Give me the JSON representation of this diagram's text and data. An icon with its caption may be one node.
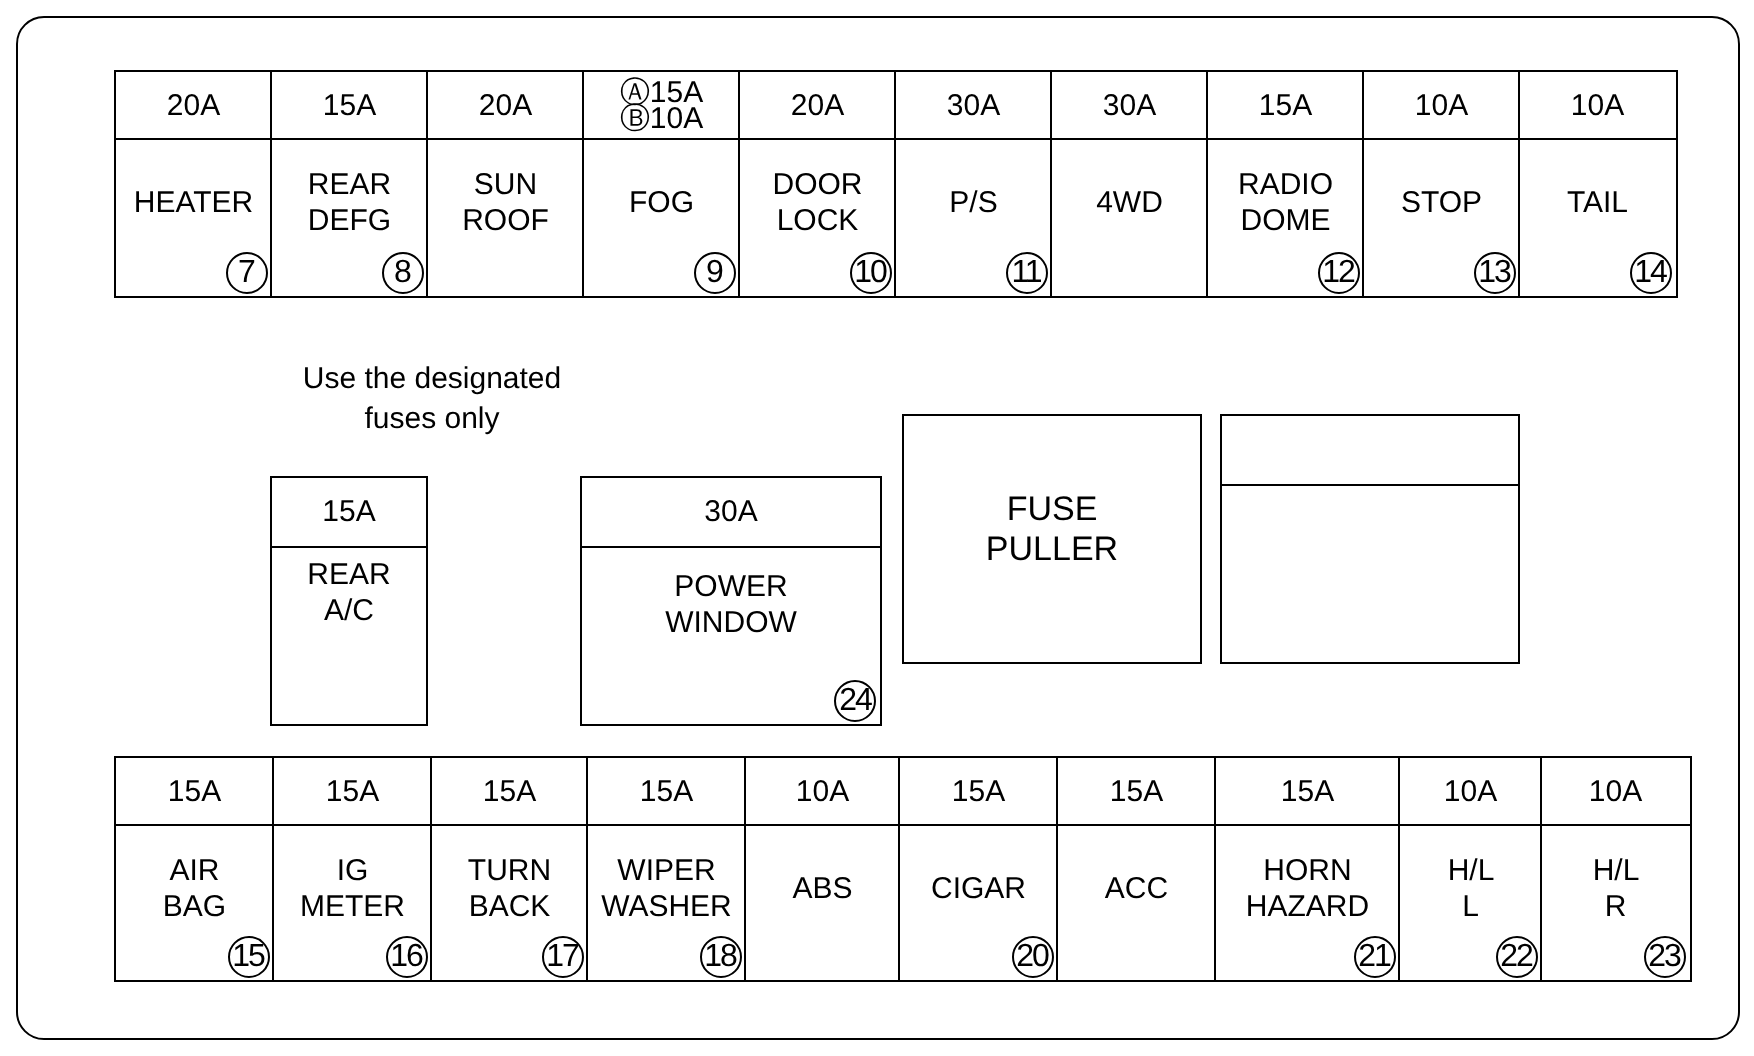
{
  "diagram": {
    "nodes": [
      {
        "text": [
          "20A",
          "HEATER",
          "7"
        ]
      },
      {
        "text": [
          "15A",
          "REAR DEFG",
          "8"
        ]
      },
      {
        "text": [
          "20A",
          "SUN ROOF"
        ]
      },
      {
        "text": [
          "Ⓐ15A Ⓑ10A",
          "FOG",
          "9"
        ]
      },
      {
        "text": [
          "20A",
          "DOOR LOCK",
          "10"
        ]
      },
      {
        "text": [
          "30A",
          "P/S",
          "11"
        ]
      },
      {
        "text": [
          "30A",
          "4WD"
        ]
      },
      {
        "text": [
          "15A",
          "RADIO DOME",
          "12"
        ]
      },
      {
        "text": [
          "10A",
          "STOP",
          "13"
        ]
      },
      {
        "text": [
          "10A",
          "TAIL",
          "14"
        ]
      },
      {
        "text": [
          "15A",
          "REAR A/C"
        ]
      },
      {
        "text": [
          "30A",
          "POWER WINDOW",
          "24"
        ]
      },
      {
        "text": [
          "FUSE PULLER"
        ]
      },
      {
        "text": [],
        "shape": "box"
      },
      {
        "text": [
          "15A",
          "AIR BAG",
          "15"
        ]
      },
      {
        "text": [
          "15A",
          "IG METER",
          "16"
        ]
      },
      {
        "text": [
          "15A",
          "TURN BACK",
          "17"
        ]
      },
      {
        "text": [
          "15A",
          "WIPER WASHER",
          "18"
        ]
      },
      {
        "text": [
          "10A",
          "ABS"
        ]
      },
      {
        "text": [
          "15A",
          "CIGAR",
          "20"
        ]
      },
      {
        "text": [
          "15A",
          "ACC"
        ]
      },
      {
        "text": [
          "15A",
          "HORN HAZARD",
          "21"
        ]
      },
      {
        "text": [
          "10A",
          "H/L L",
          "22"
        ]
      },
      {
        "text": [
          "10A",
          "H/L R",
          "23"
        ]
      }
    ],
    "edges": [],
    "labels": [
      "Use the designated fuses only"
    ]
  }
}
